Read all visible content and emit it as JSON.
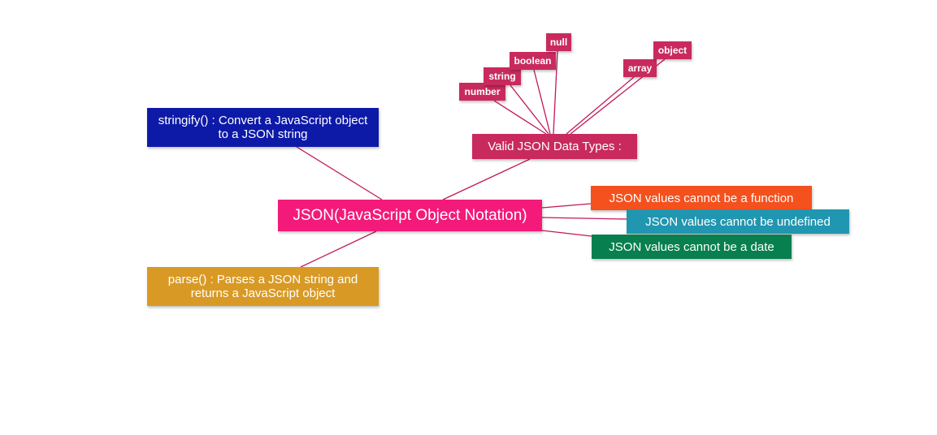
{
  "colors": {
    "link": "#c2185b",
    "center": "#f31a7a",
    "stringify": "#0d1aa8",
    "parse": "#d89a25",
    "types": "#c92a5e",
    "type_leaf": "#c92a5e",
    "function": "#f4511e",
    "undefined": "#2196b0",
    "date": "#087f4e"
  },
  "center": {
    "label": "JSON(JavaScript Object Notation)"
  },
  "stringify": {
    "label": "stringify() : Convert a JavaScript object to a JSON string"
  },
  "parse": {
    "label": "parse() : Parses a JSON string and returns a JavaScript object"
  },
  "data_types": {
    "label": "Valid JSON Data Types :",
    "items": [
      "number",
      "string",
      "boolean",
      "null",
      "array",
      "object"
    ]
  },
  "rules": [
    "JSON values cannot be a function",
    "JSON values cannot be undefined",
    "JSON values cannot be a date"
  ]
}
